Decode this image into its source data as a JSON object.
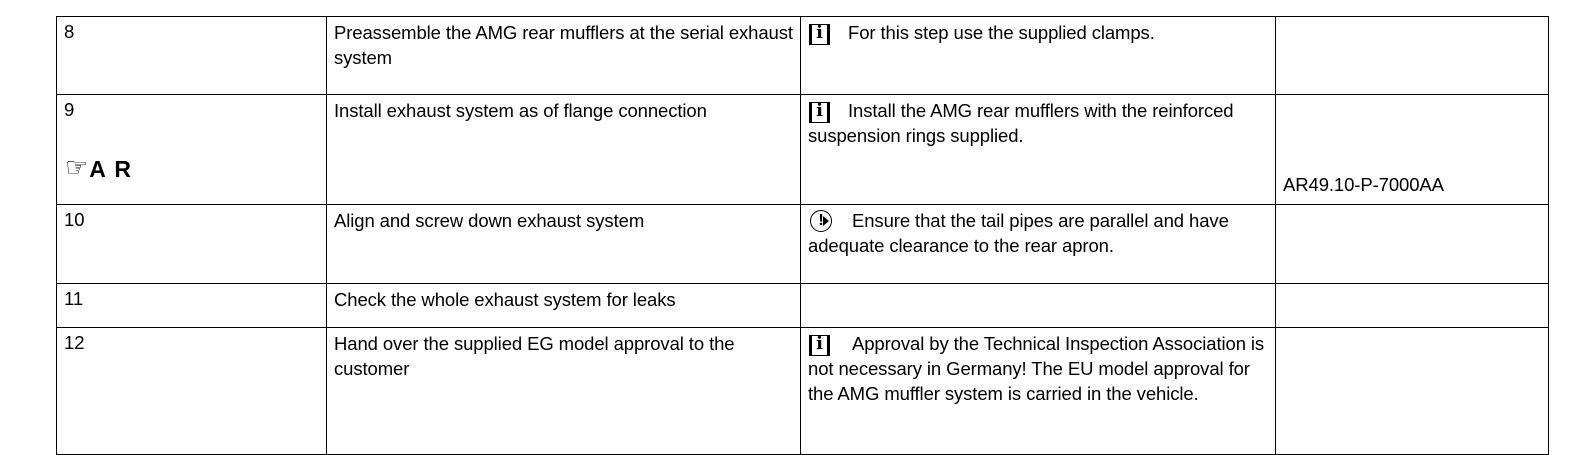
{
  "document": {
    "type": "work-procedure-table",
    "colors": {
      "text": "#000000",
      "background": "#ffffff",
      "border": "#000000"
    }
  },
  "table": {
    "columns": [
      "step-number",
      "task-description",
      "note",
      "reference-number"
    ],
    "rows": [
      {
        "step": "8",
        "task": "Preassemble the AMG rear mufflers at the serial exhaust system",
        "note_icon": "info-icon",
        "note": "For this step use the supplied clamps.",
        "reference": ""
      },
      {
        "step": "9",
        "marker_icon": "pointing-hand-icon",
        "marker_label": "A R",
        "task": "Install exhaust system as of flange connection",
        "note_icon": "info-icon",
        "note": "Install the AMG rear mufflers with the reinforced suspension rings supplied.",
        "reference": "AR49.10-P-7000AA"
      },
      {
        "step": "10",
        "task": "Align and screw down exhaust system",
        "note_icon": "attention-icon",
        "note": "Ensure that the tail pipes are parallel and have adequate clearance to the rear apron.",
        "reference": ""
      },
      {
        "step": "11",
        "task": "Check the whole exhaust system for leaks",
        "note_icon": "",
        "note": "",
        "reference": ""
      },
      {
        "step": "12",
        "task": "Hand over the supplied EG model approval to the customer",
        "note_icon": "info-icon",
        "note": "Approval by the Technical Inspection Association is not necessary in Germany! The EU model approval for the AMG muffler system is carried in the vehicle.",
        "reference": ""
      }
    ]
  },
  "icons": {
    "pointing_hand": "☞",
    "info": "i",
    "attention": "!"
  }
}
